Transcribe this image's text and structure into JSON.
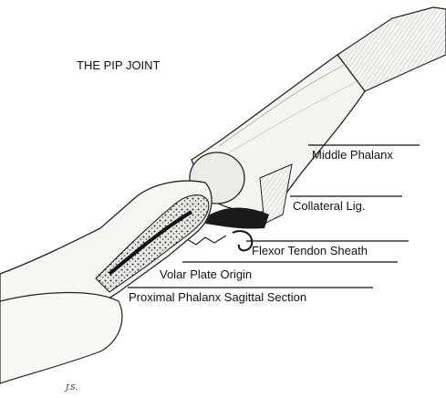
{
  "title": "THE PIP JOINT",
  "labels": {
    "middle_phalanx": "Middle Phalanx",
    "collateral_lig": "Collateral Lig.",
    "flexor_tendon_sheath": "Flexor Tendon Sheath",
    "volar_plate_origin": "Volar Plate Origin",
    "proximal_phalanx": "Proximal Phalanx Sagittal Section"
  },
  "signature": "J.S.",
  "colors": {
    "ink": "#111111",
    "bone_fill": "#f4f4f0",
    "shadow": "#1a1a1a"
  }
}
